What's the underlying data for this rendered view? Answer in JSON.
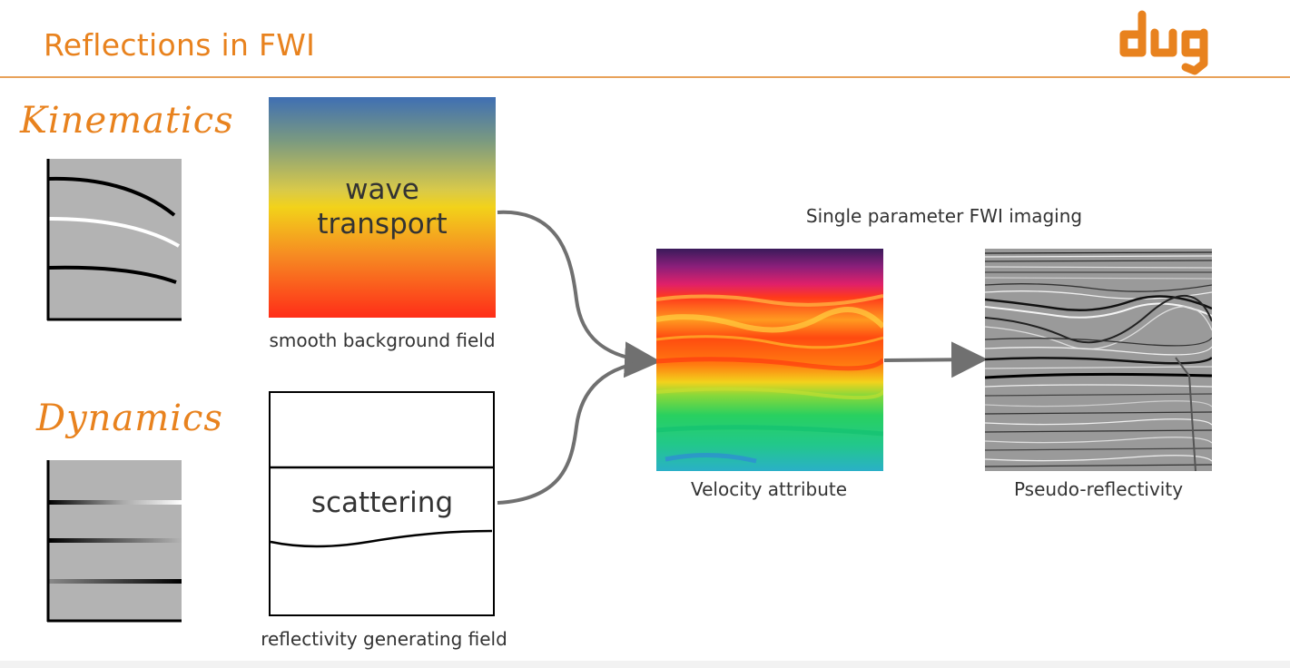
{
  "slide": {
    "title": "Reflections in FWI",
    "logo_text": "dug",
    "accent_color": "#e8821e"
  },
  "labels": {
    "kinematics": "Kinematics",
    "dynamics": "Dynamics",
    "wave_transport_line1": "wave",
    "wave_transport_line2": "transport",
    "smooth_background_caption": "smooth background field",
    "scattering": "scattering",
    "reflectivity_caption": "reflectivity generating field",
    "single_parameter": "Single parameter FWI imaging",
    "velocity_caption": "Velocity attribute",
    "pseudo_caption": "Pseudo-reflectivity"
  }
}
